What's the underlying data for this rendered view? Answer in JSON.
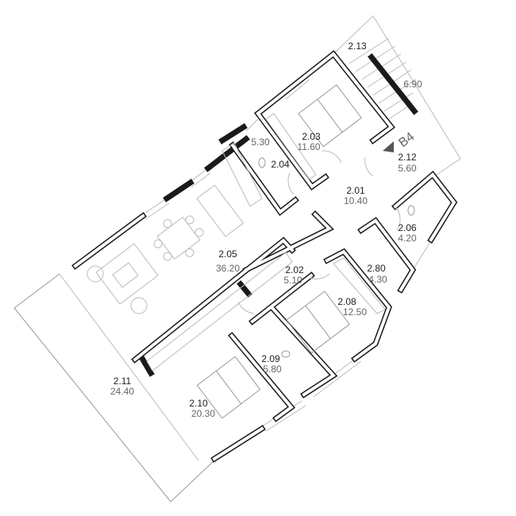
{
  "plan": {
    "block_label": "B4",
    "rooms": [
      {
        "number": "2.01",
        "area": "10.40"
      },
      {
        "number": "2.02",
        "area": "5.10"
      },
      {
        "number": "2.03",
        "area": "11.60"
      },
      {
        "number": "2.04",
        "area": "5.30"
      },
      {
        "number": "2.05",
        "area": "36.20"
      },
      {
        "number": "2.06",
        "area": "4.20"
      },
      {
        "number": "2.08",
        "area": "12.50"
      },
      {
        "number": "2.09",
        "area": "5.80"
      },
      {
        "number": "2.10",
        "area": "20.30"
      },
      {
        "number": "2.11",
        "area": "24.40"
      },
      {
        "number": "2.12",
        "area": "5.60"
      },
      {
        "number": "2.13",
        "area": "6.90"
      },
      {
        "number": "2.80",
        "area": "4.30"
      }
    ],
    "colors": {
      "wall": "#1a1a1a",
      "line": "#bbbbbb",
      "area_text": "#666666"
    }
  }
}
